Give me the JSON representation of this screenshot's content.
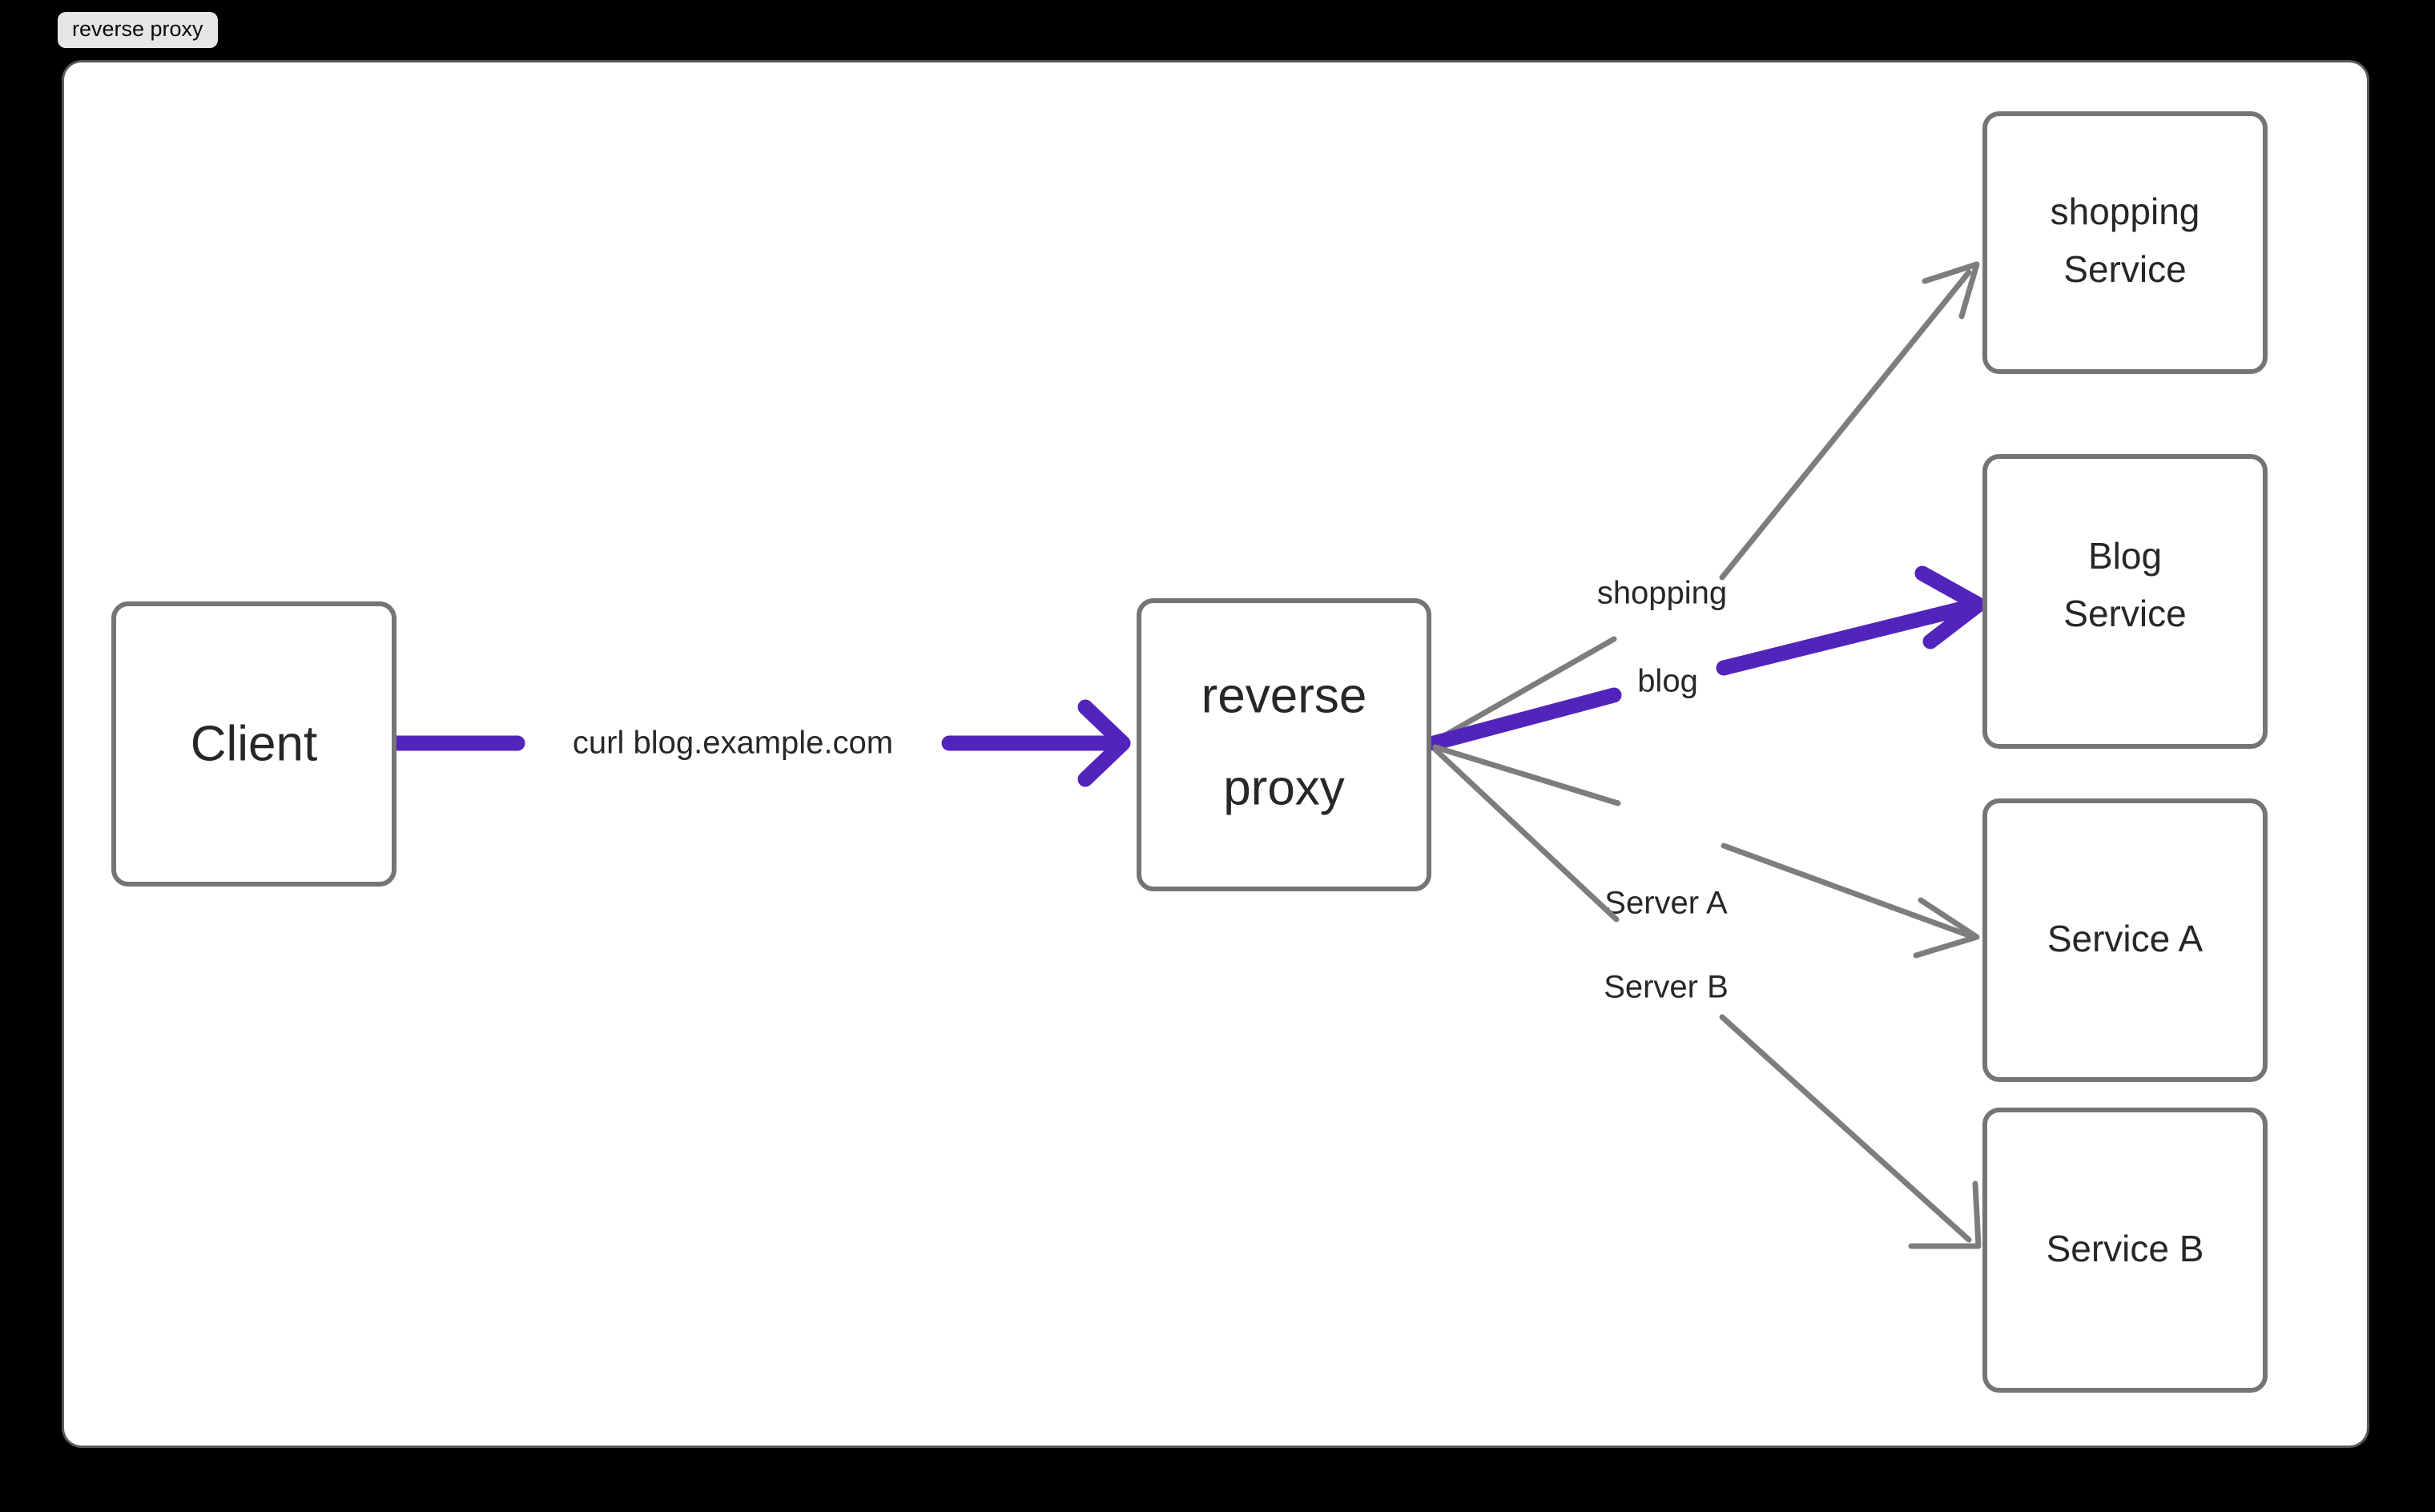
{
  "window": {
    "title_chip": "reverse proxy",
    "background_color": "#000000",
    "canvas_color": "#ffffff"
  },
  "theme": {
    "node_stroke": "#757575",
    "node_fill": "#ffffff",
    "text_color": "#272727",
    "edge_default": "#7d7d7d",
    "edge_accent": "#5324bb"
  },
  "diagram": {
    "type": "flowchart",
    "direction": "left-to-right",
    "nodes": [
      {
        "id": "client",
        "label_lines": [
          "Client"
        ],
        "shape": "rounded-rect"
      },
      {
        "id": "proxy",
        "label_lines": [
          "reverse",
          "proxy"
        ],
        "shape": "rounded-rect"
      },
      {
        "id": "shopping",
        "label_lines": [
          "shopping",
          "Service"
        ],
        "shape": "rounded-rect"
      },
      {
        "id": "blog",
        "label_lines": [
          "Blog",
          "Service"
        ],
        "shape": "rounded-rect"
      },
      {
        "id": "svcA",
        "label_lines": [
          "Service A"
        ],
        "shape": "rounded-rect"
      },
      {
        "id": "svcB",
        "label_lines": [
          "Service B"
        ],
        "shape": "rounded-rect"
      }
    ],
    "edges": [
      {
        "id": "e-client-proxy",
        "from": "client",
        "to": "proxy",
        "label": "curl blog.example.com",
        "style": "accent"
      },
      {
        "id": "e-proxy-shopping",
        "from": "proxy",
        "to": "shopping",
        "label": "shopping",
        "style": "default"
      },
      {
        "id": "e-proxy-blog",
        "from": "proxy",
        "to": "blog",
        "label": "blog",
        "style": "accent"
      },
      {
        "id": "e-proxy-svcA",
        "from": "proxy",
        "to": "svcA",
        "label": "Server A",
        "style": "default"
      },
      {
        "id": "e-proxy-svcB",
        "from": "proxy",
        "to": "svcB",
        "label": "Server B",
        "style": "default"
      }
    ]
  },
  "labels": {
    "client": "Client",
    "proxy_l1": "reverse",
    "proxy_l2": "proxy",
    "shopping_l1": "shopping",
    "shopping_l2": "Service",
    "blog_l1": "Blog",
    "blog_l2": "Service",
    "svcA": "Service A",
    "svcB": "Service B",
    "edge_curl": "curl blog.example.com",
    "edge_shopping": "shopping",
    "edge_blog": "blog",
    "edge_serverA": "Server A",
    "edge_serverB": "Server B"
  }
}
